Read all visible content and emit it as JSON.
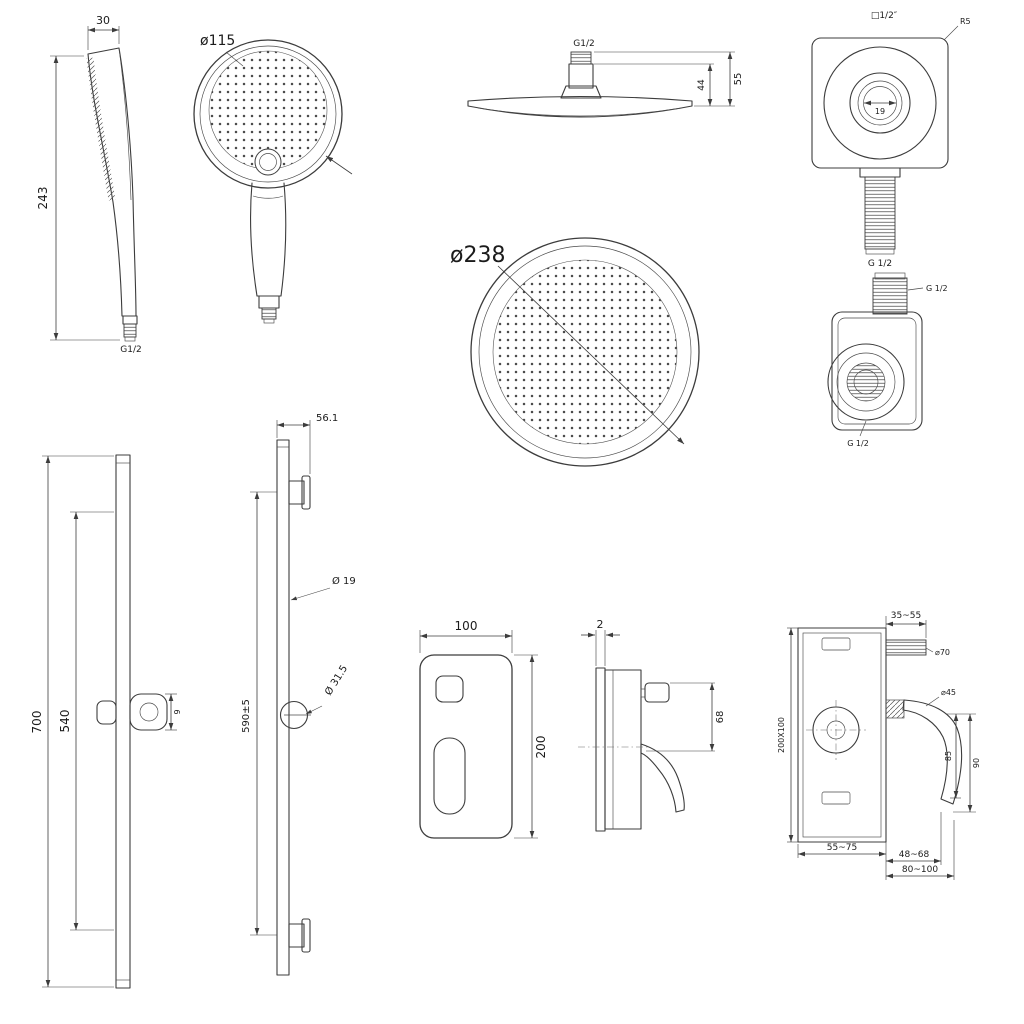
{
  "meta": {
    "title": "shower-set-technical-drawing"
  },
  "colors": {
    "line": "#3c3c3c",
    "text": "#1b1b1b",
    "bg": "#ffffff"
  },
  "hand_shower_side": {
    "width": "30",
    "height": "243",
    "thread": "G1/2"
  },
  "hand_shower_front": {
    "diameter": "ø115"
  },
  "head_side": {
    "thread": "G1/2",
    "total_height": "55",
    "edge_height": "44"
  },
  "head_top": {
    "diameter": "ø238"
  },
  "elbow_front": {
    "plate_note": "□1/2″",
    "corner_note": "R5",
    "bore": "19",
    "thread": "G 1/2"
  },
  "elbow_side": {
    "thread_top": "G 1/2",
    "thread_bottom": "G 1/2"
  },
  "bar_front": {
    "overall": "700",
    "span": "540",
    "holder": "9"
  },
  "bar_side": {
    "top_offset": "56.1",
    "bar_dia": "Ø 19",
    "knob_dia": "Ø 31.5",
    "travel": "590±5"
  },
  "plate_front": {
    "width": "100",
    "height": "200"
  },
  "plate_side": {
    "thickness": "2",
    "lever_height": "68"
  },
  "valve": {
    "depth": "35~55",
    "outlet_dia": "⌀70",
    "lever_dia": "⌀45",
    "plate_size": "200X100",
    "h1": "85",
    "h2": "90",
    "d1": "55~75",
    "d2": "48~68",
    "d3": "80~100"
  }
}
